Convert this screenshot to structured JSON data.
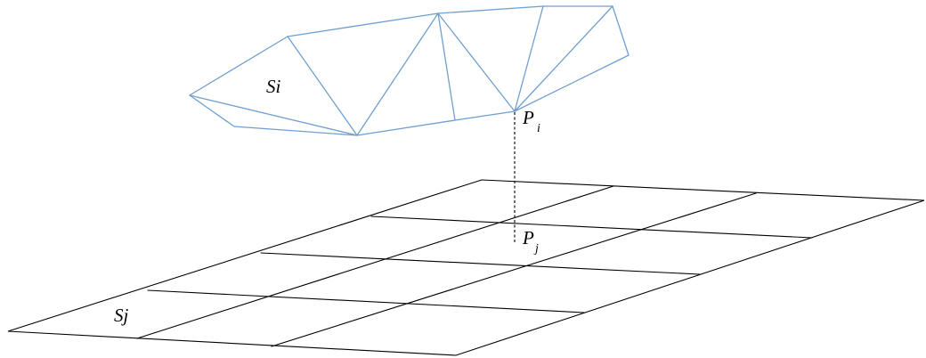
{
  "labels": {
    "upper_surface": "Si",
    "lower_surface": "Sj",
    "point_upper": "P",
    "point_upper_subscript": "i",
    "point_lower": "P",
    "point_lower_subscript": "j"
  },
  "colors": {
    "mesh_stroke": "#6f9fd0",
    "grid_stroke": "#000000",
    "background": "#ffffff"
  }
}
